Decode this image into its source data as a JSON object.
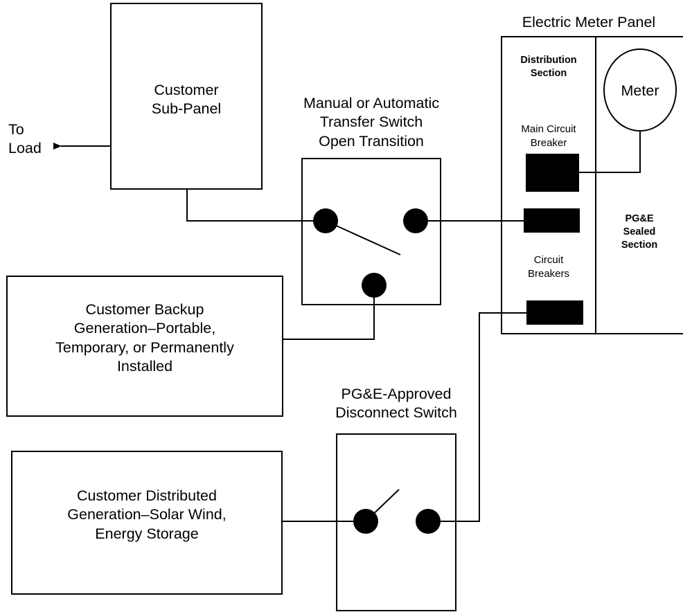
{
  "labels": {
    "sub_panel": [
      "Customer",
      "Sub-Panel"
    ],
    "to_load": [
      "To",
      "Load"
    ],
    "transfer_switch": [
      "Manual or Automatic",
      "Transfer Switch",
      "Open Transition"
    ],
    "meter_panel_title": "Electric Meter Panel",
    "distribution_section": [
      "Distribution",
      "Section"
    ],
    "meter": "Meter",
    "main_circuit_breaker": [
      "Main Circuit",
      "Breaker"
    ],
    "pge_sealed_section": [
      "PG&E",
      "Sealed",
      "Section"
    ],
    "circuit_breakers": [
      "Circuit",
      "Breakers"
    ],
    "backup_generation": [
      "Customer Backup",
      "Generation–Portable,",
      "Temporary, or Permanently",
      "Installed"
    ],
    "disconnect_switch": [
      "PG&E-Approved",
      "Disconnect Switch"
    ],
    "distributed_generation": [
      "Customer Distributed",
      "Generation–Solar Wind,",
      "Energy Storage"
    ]
  },
  "colors": {
    "line": "#000000",
    "background": "#ffffff"
  }
}
